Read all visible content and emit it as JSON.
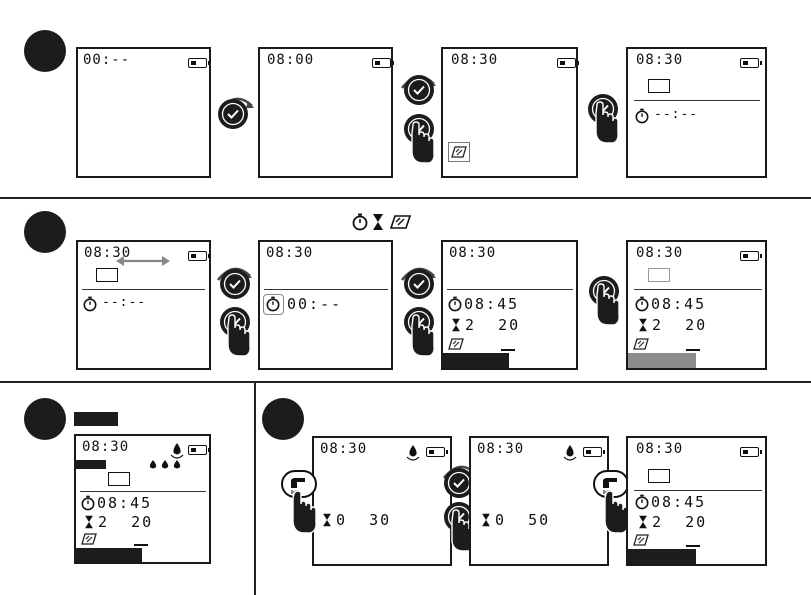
{
  "step1": {
    "screens": [
      {
        "time": "00:--"
      },
      {
        "time": "08:00"
      },
      {
        "time": "08:30"
      },
      {
        "time": "08:30",
        "timer": "--:--"
      }
    ]
  },
  "step2": {
    "screens": [
      {
        "time": "08:30",
        "timer": "--:--"
      },
      {
        "time": "08:30",
        "timer": "00:--"
      },
      {
        "time": "08:30",
        "start": "08:45",
        "duration": "2  20"
      },
      {
        "time": "08:30",
        "start": "08:45",
        "duration": "2  20"
      }
    ]
  },
  "step3": {
    "screen": {
      "time": "08:30",
      "start": "08:45",
      "duration": "2  20"
    }
  },
  "step4": {
    "screens": [
      {
        "time": "08:30",
        "duration": "0  30"
      },
      {
        "time": "08:30",
        "duration": "0  50"
      },
      {
        "time": "08:30",
        "start": "08:45",
        "duration": "2  20"
      }
    ]
  },
  "icons": [
    "check-icon",
    "rotate-arrow-icon",
    "hand-press-icon",
    "stopwatch-icon",
    "hourglass-icon",
    "program-card-icon",
    "battery-icon",
    "drop-icon",
    "tap-icon"
  ],
  "colors": {
    "ink": "#1c1c1c",
    "grey_bar": "#8c8c8c",
    "background": "#ffffff"
  }
}
